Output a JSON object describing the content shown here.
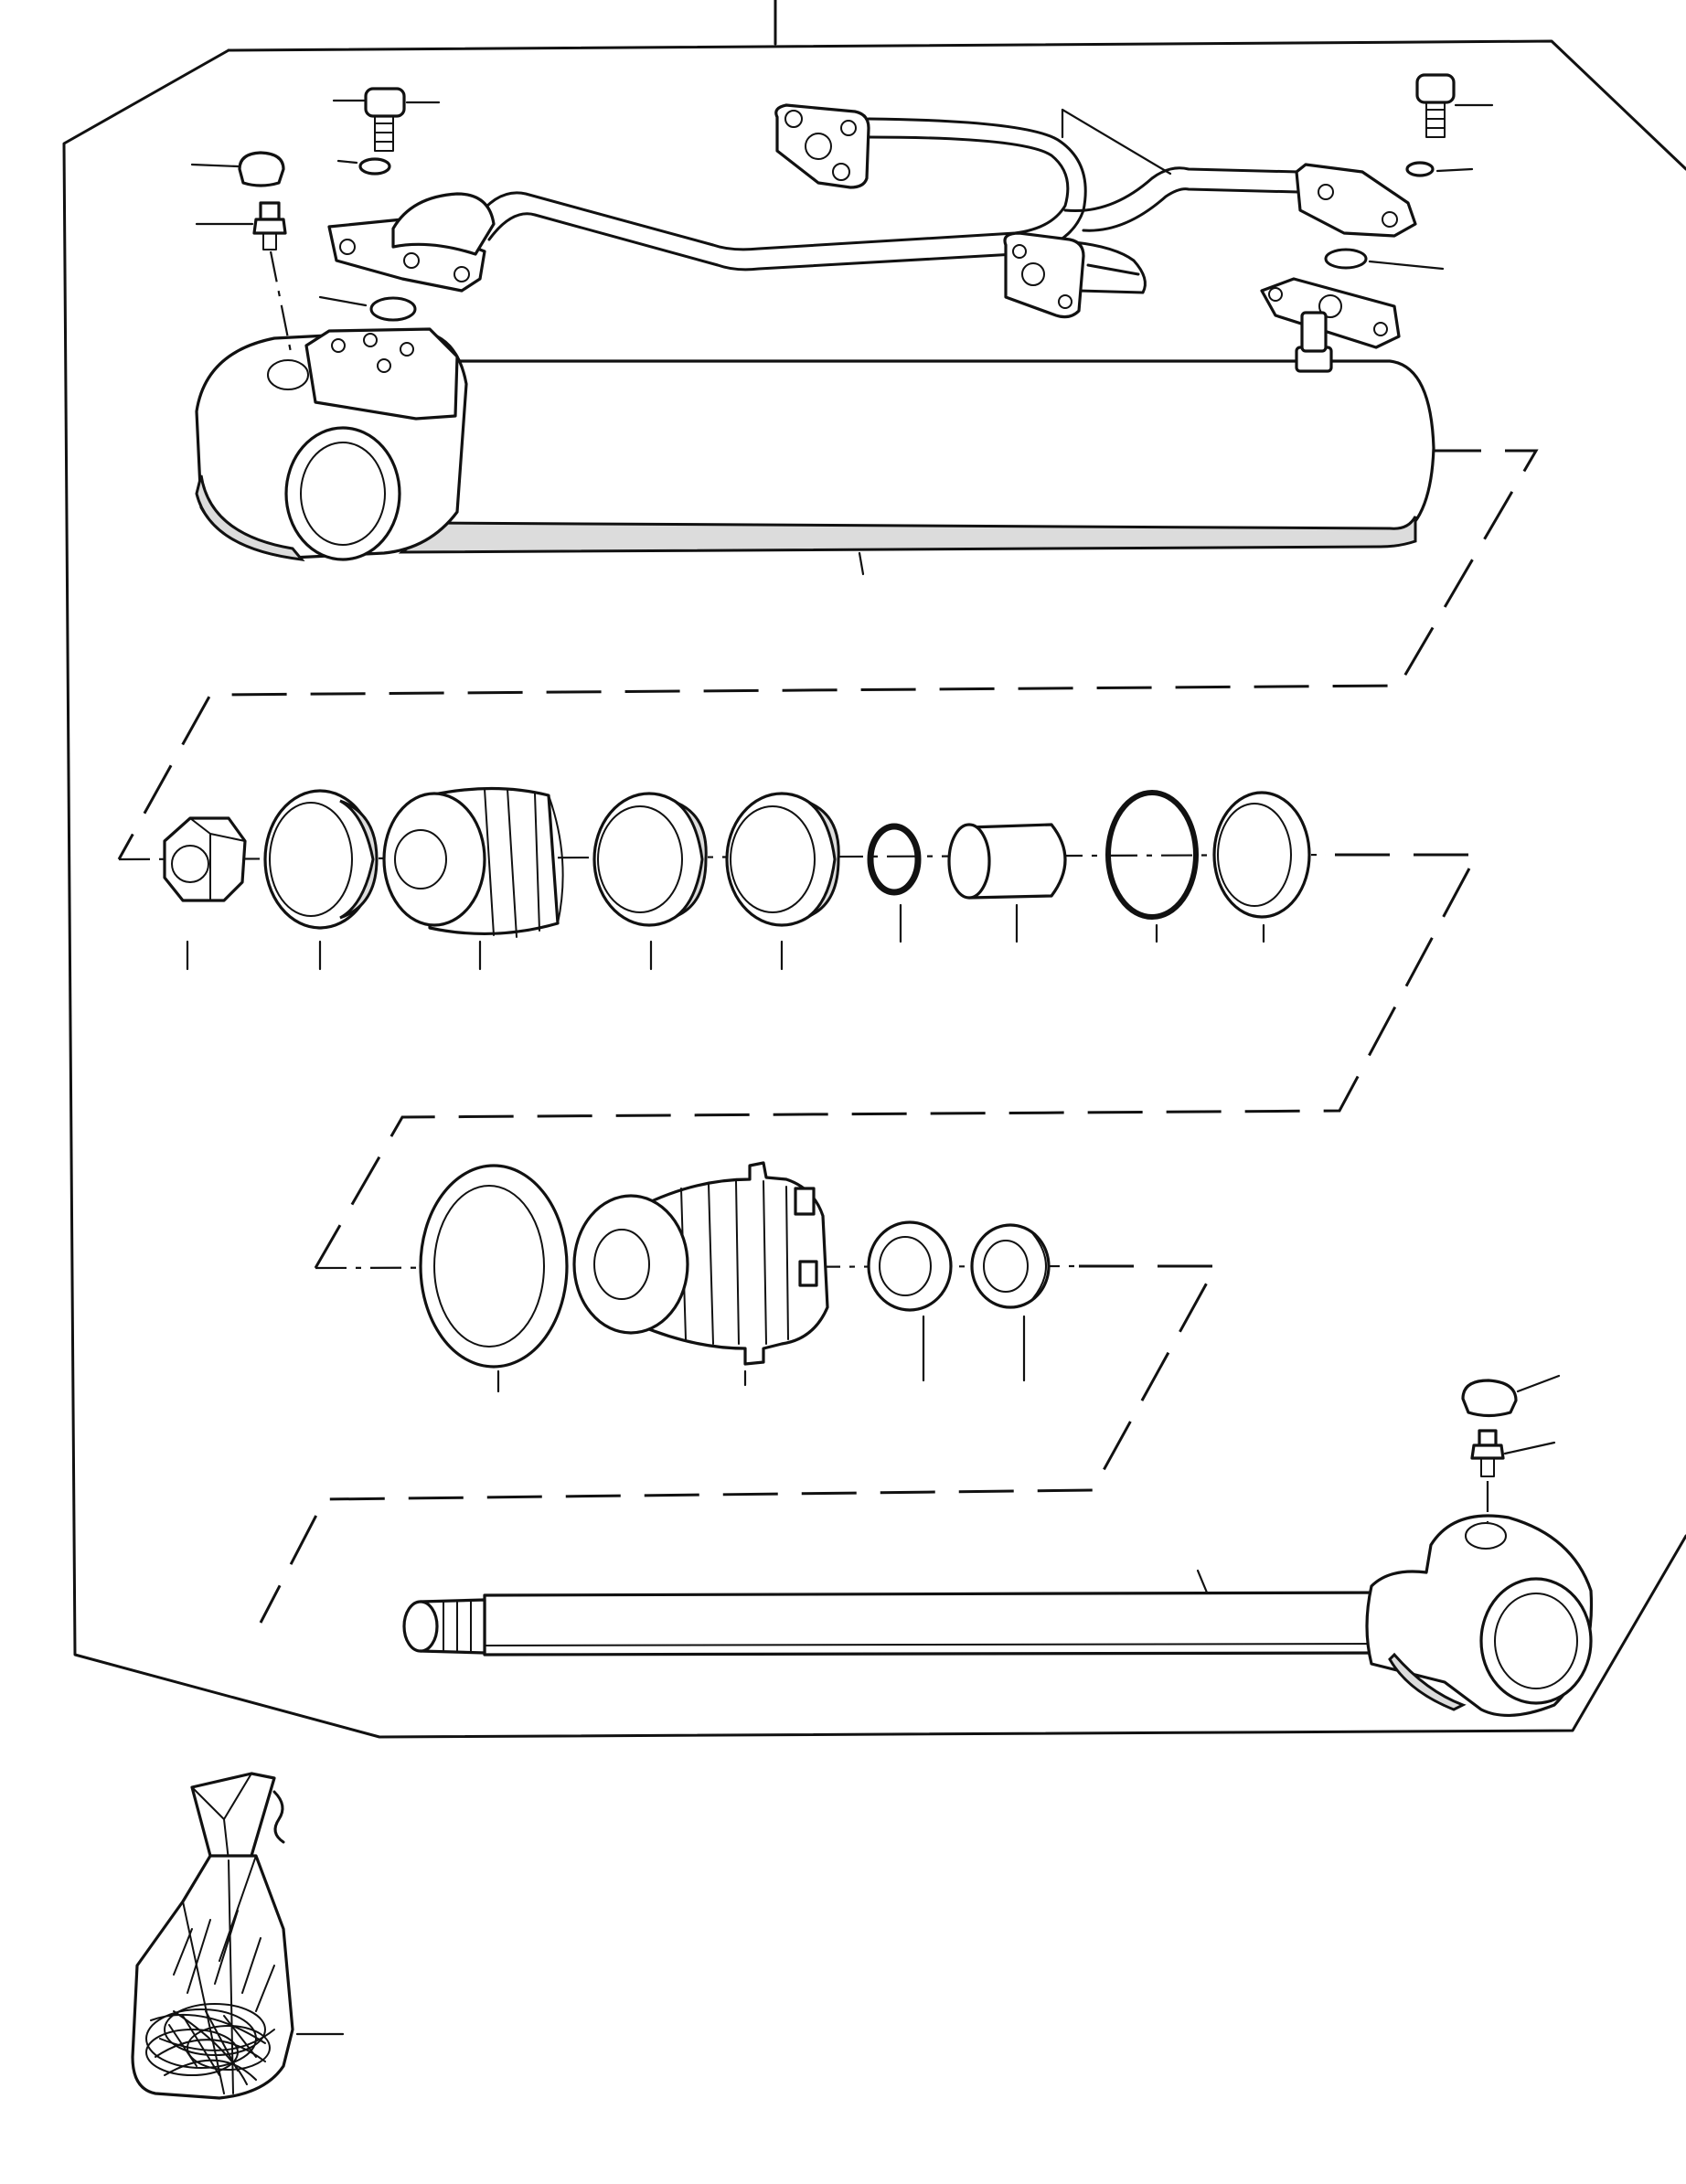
{
  "diagram": {
    "type": "exploded-parts-view",
    "parts": [
      {
        "name": "cylinder-barrel-assembly",
        "icon": "cylinder-barrel-icon"
      },
      {
        "name": "hydraulic-tube",
        "icon": "tube-icon"
      },
      {
        "name": "cap-screw-left",
        "icon": "screw-icon"
      },
      {
        "name": "washer-left",
        "icon": "washer-icon"
      },
      {
        "name": "dust-cap-left",
        "icon": "cap-icon"
      },
      {
        "name": "grease-fitting-left",
        "icon": "grease-fitting-icon"
      },
      {
        "name": "o-ring-flange-left",
        "icon": "o-ring-icon"
      },
      {
        "name": "cap-screw-right",
        "icon": "screw-icon"
      },
      {
        "name": "washer-right",
        "icon": "washer-icon"
      },
      {
        "name": "o-ring-flange-right",
        "icon": "o-ring-icon"
      },
      {
        "name": "lock-nut",
        "icon": "nut-icon"
      },
      {
        "name": "wear-ring",
        "icon": "ring-icon"
      },
      {
        "name": "piston",
        "icon": "piston-icon"
      },
      {
        "name": "piston-seal",
        "icon": "seal-icon"
      },
      {
        "name": "wear-ring-2",
        "icon": "ring-icon"
      },
      {
        "name": "small-o-ring",
        "icon": "o-ring-icon"
      },
      {
        "name": "spacer-sleeve",
        "icon": "sleeve-icon"
      },
      {
        "name": "o-ring-large",
        "icon": "o-ring-icon"
      },
      {
        "name": "backup-ring",
        "icon": "ring-icon"
      },
      {
        "name": "gland-washer",
        "icon": "washer-icon"
      },
      {
        "name": "cylinder-head-gland",
        "icon": "gland-icon"
      },
      {
        "name": "rod-seal",
        "icon": "seal-icon"
      },
      {
        "name": "wiper-seal",
        "icon": "wiper-icon"
      },
      {
        "name": "piston-rod",
        "icon": "rod-icon"
      },
      {
        "name": "dust-cap-rod",
        "icon": "cap-icon"
      },
      {
        "name": "grease-fitting-rod",
        "icon": "grease-fitting-icon"
      },
      {
        "name": "seal-kit-bag",
        "icon": "bag-icon"
      }
    ]
  }
}
